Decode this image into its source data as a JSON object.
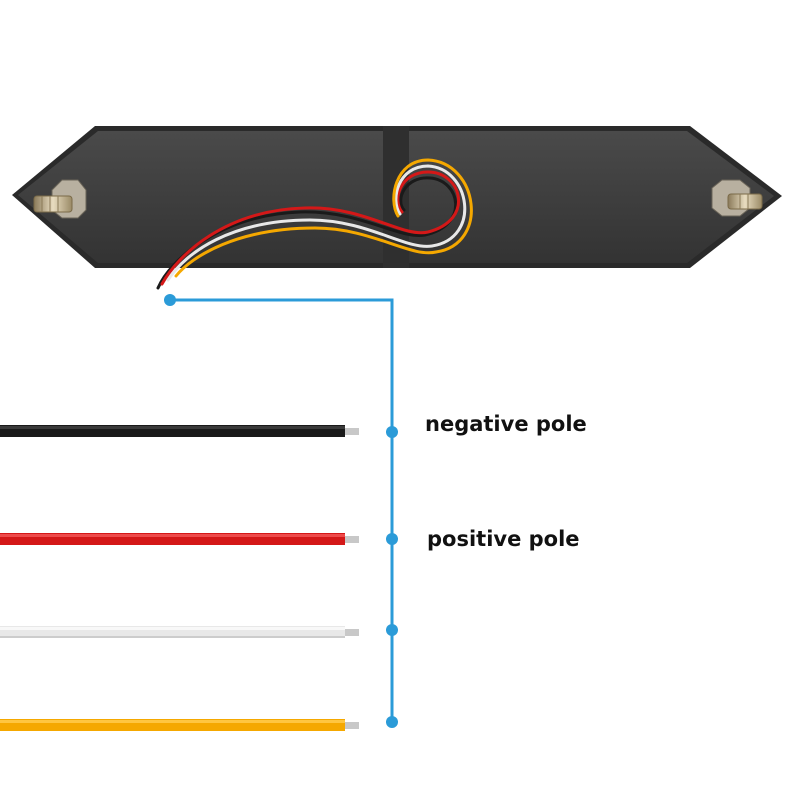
{
  "colors": {
    "background": "#ffffff",
    "housing": "#3d3d3d",
    "housing_edge": "#2a2a2a",
    "connector_line": "#2b9bd8",
    "wire_black": "#1a1a1a",
    "wire_red": "#d41818",
    "wire_white": "#e8e8e8",
    "wire_yellow": "#f5a800",
    "wire_tip": "#c8c8c8"
  },
  "wires": [
    {
      "name": "black",
      "label": "negative pole",
      "color": "#1a1a1a"
    },
    {
      "name": "red",
      "label": "positive pole",
      "color": "#d41818"
    },
    {
      "name": "white",
      "label": "",
      "color": "#e8e8e8"
    },
    {
      "name": "yellow",
      "label": "",
      "color": "#f5a800"
    }
  ],
  "labels": {
    "negative": "negative pole",
    "positive": "positive pole"
  },
  "icons": [
    "bolt-icon",
    "led-housing"
  ]
}
